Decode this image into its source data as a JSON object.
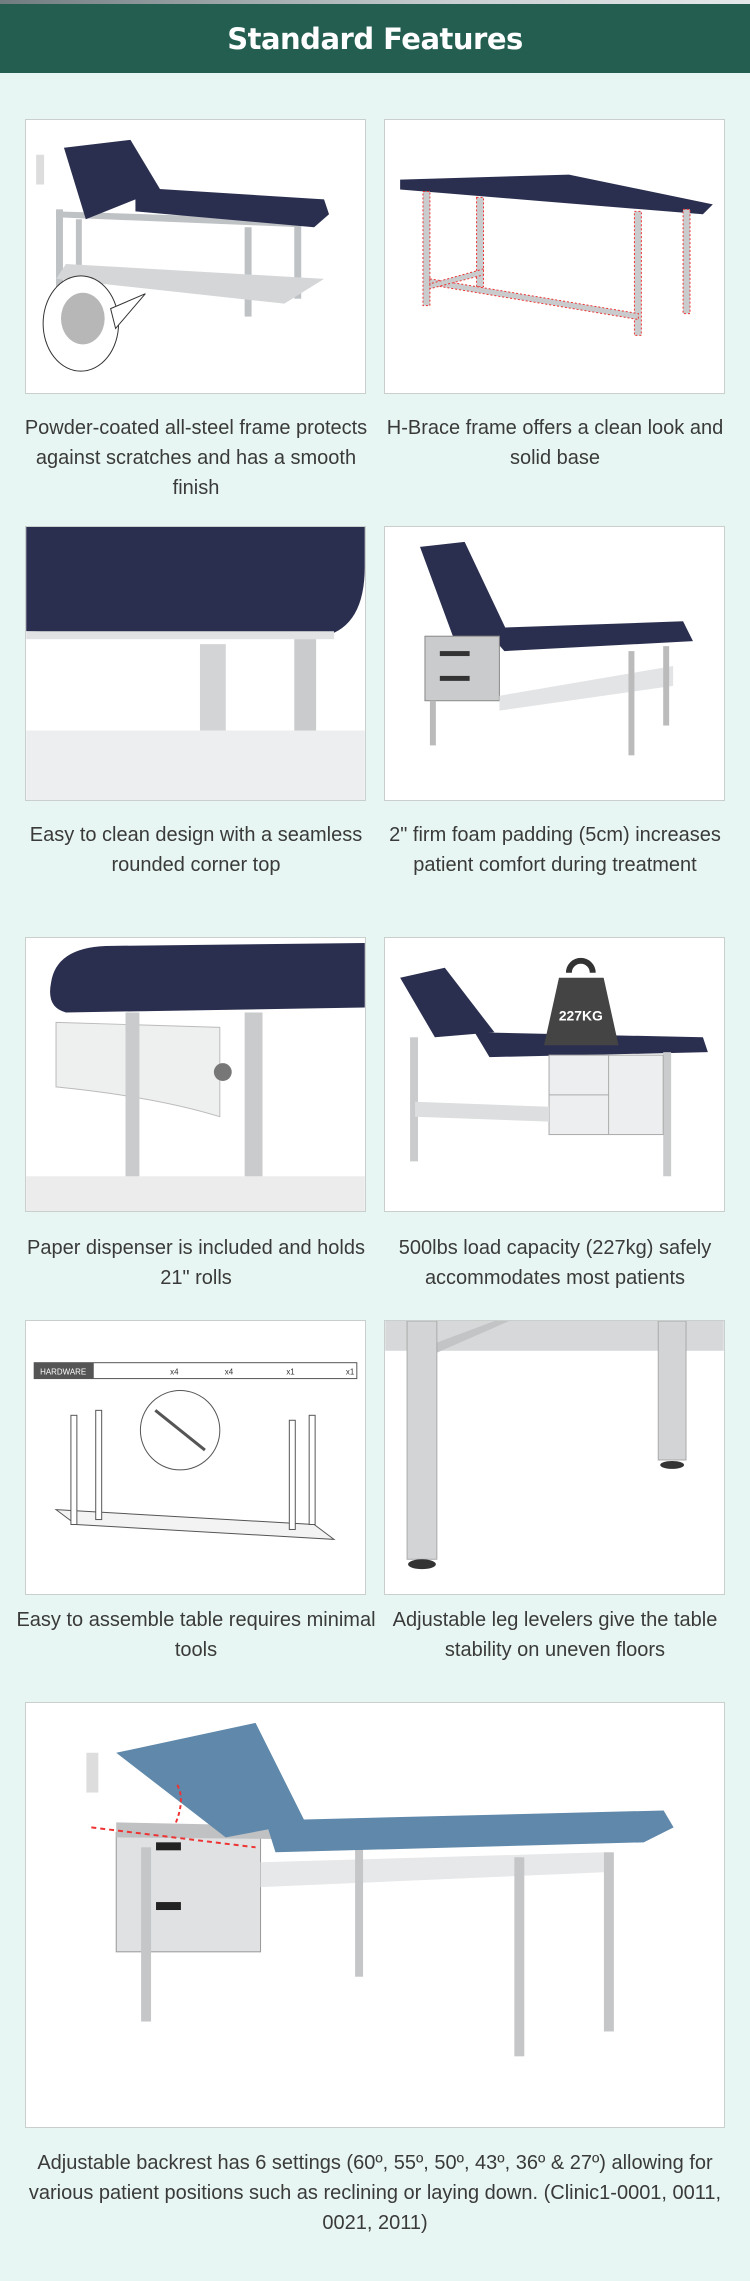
{
  "header": {
    "title": "Standard Features"
  },
  "features": [
    {
      "caption": "Powder-coated all-steel frame protects against scratches and has a smooth finish"
    },
    {
      "caption": "H-Brace frame offers a clean look and solid base"
    },
    {
      "caption": "Easy to clean design with a seamless rounded corner top"
    },
    {
      "caption": "2\" firm foam padding (5cm) increases patient comfort during treatment"
    },
    {
      "caption": "Paper dispenser is included and holds 21\" rolls"
    },
    {
      "caption": "500lbs load capacity (227kg) safely accommodates most patients",
      "weight_label": "227KG"
    },
    {
      "caption": "Easy to assemble table requires minimal tools",
      "hardware_label": "HARDWARE",
      "counts": [
        "x4",
        "x4",
        "x1",
        "x1"
      ]
    },
    {
      "caption": "Adjustable leg levelers give the table stability on uneven floors"
    },
    {
      "caption": "Adjustable backrest has 6 settings (60º, 55º, 50º, 43º, 36º & 27º) allowing for various patient positions such as reclining or laying down. (Clinic1-0001, 0011, 0021, 2011)"
    }
  ],
  "colors": {
    "header": "#235e51",
    "background": "#e7f6f2",
    "upholstery": "#2b2f4f",
    "upholstery_blue": "#5f88aa",
    "frame": "#c9cbcd"
  }
}
